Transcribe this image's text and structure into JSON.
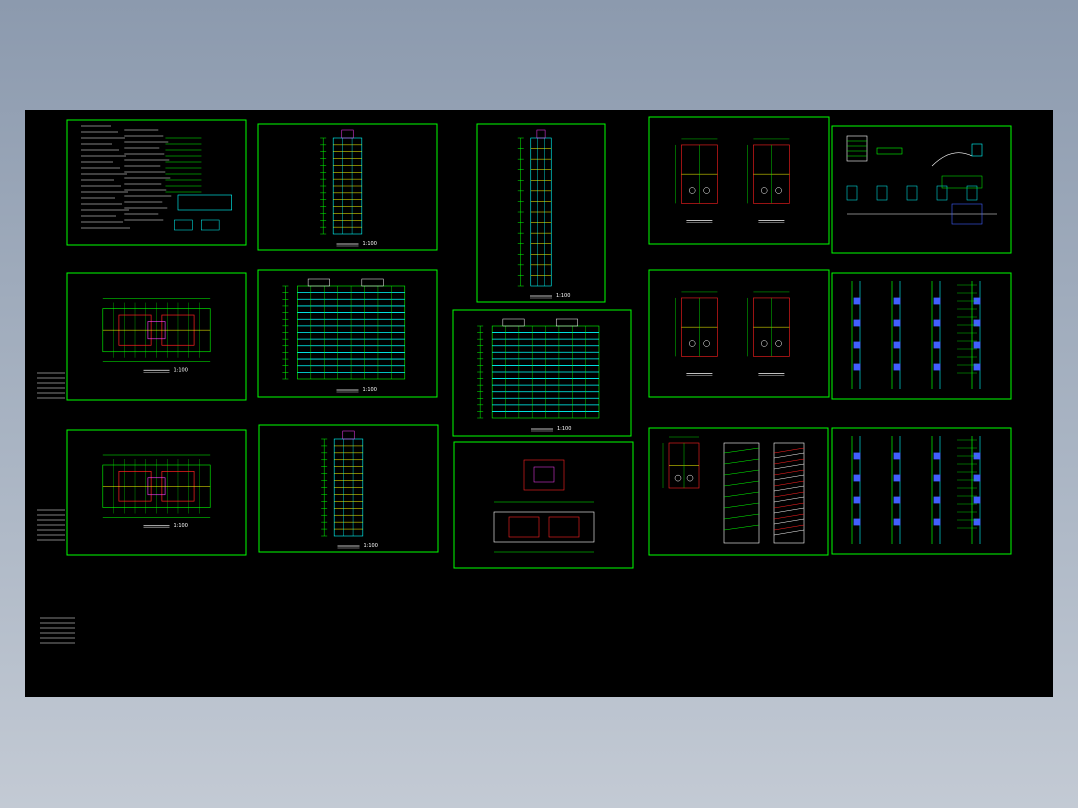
{
  "viewer": {
    "background_color": "#000000",
    "frame_color": "#00ff00",
    "line_colors": {
      "green": "#00ff00",
      "cyan": "#00ffff",
      "yellow": "#ffff00",
      "red": "#ff2020",
      "magenta": "#ff40ff",
      "white": "#ffffff",
      "blue": "#4060ff"
    }
  },
  "sheets": [
    {
      "id": "design-notes-sheet",
      "kind": "notes"
    },
    {
      "id": "elevation-sheet-1",
      "kind": "tower",
      "caption": "1:100"
    },
    {
      "id": "section-sheet",
      "kind": "tower",
      "caption": "1:100"
    },
    {
      "id": "floor-plan-sheet-1",
      "kind": "plans2"
    },
    {
      "id": "detail-sheet-1",
      "kind": "details"
    },
    {
      "id": "floor-plan-sheet-2",
      "kind": "plan",
      "caption": "1:100"
    },
    {
      "id": "elevation-sheet-2",
      "kind": "facade",
      "caption": "1:100"
    },
    {
      "id": "elevation-sheet-3",
      "kind": "facade",
      "caption": "1:100"
    },
    {
      "id": "floor-plan-sheet-3",
      "kind": "plans2"
    },
    {
      "id": "wall-section-sheet-1",
      "kind": "wallsection"
    },
    {
      "id": "floor-plan-sheet-4",
      "kind": "plan",
      "caption": "1:100"
    },
    {
      "id": "elevation-sheet-4",
      "kind": "tower",
      "caption": "1:100"
    },
    {
      "id": "roof-plan-sheet",
      "kind": "roofplan"
    },
    {
      "id": "stair-detail-sheet",
      "kind": "stairs"
    },
    {
      "id": "wall-section-sheet-2",
      "kind": "wallsection"
    }
  ]
}
